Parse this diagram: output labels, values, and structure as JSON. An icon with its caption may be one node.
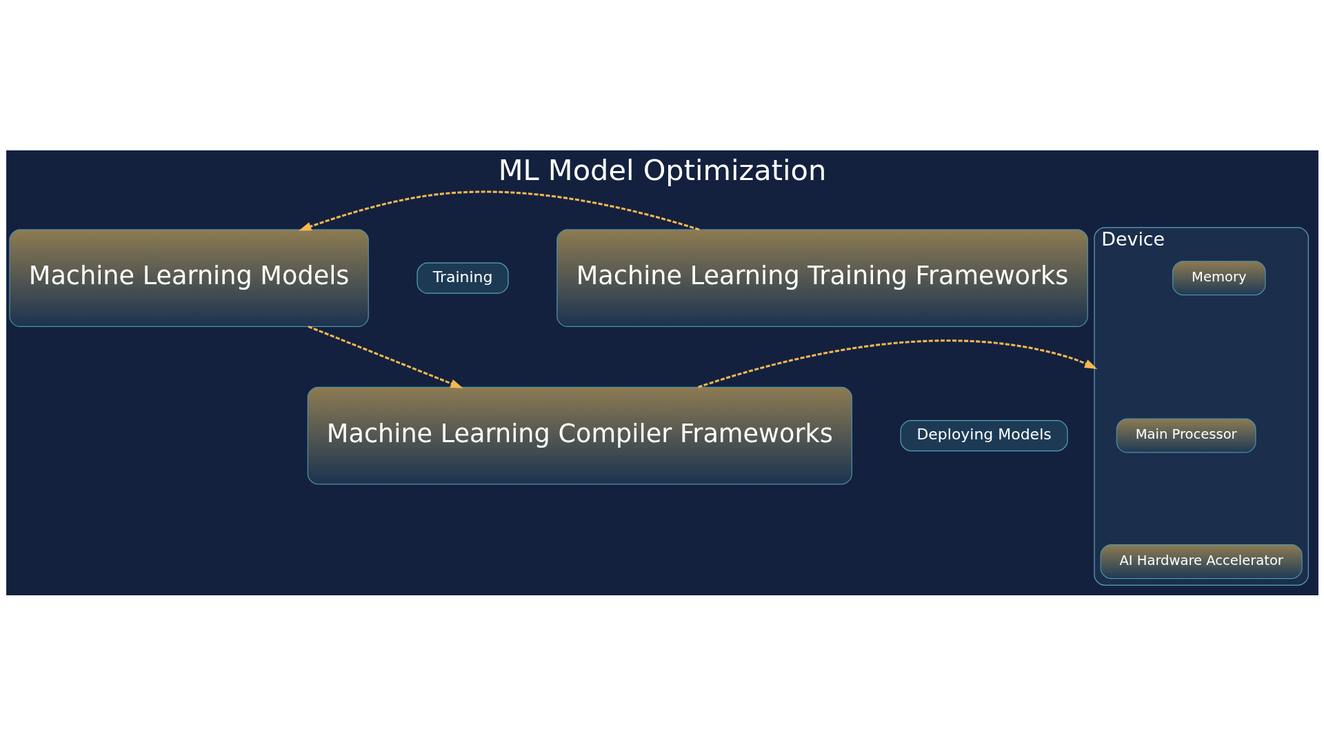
{
  "diagram": {
    "title": "ML Model Optimization",
    "nodes": [
      {
        "text": [
          "Machine Learning Models"
        ]
      },
      {
        "text": [
          "Training"
        ]
      },
      {
        "text": [
          "Machine Learning Training Frameworks"
        ]
      },
      {
        "text": [
          "Device"
        ]
      },
      {
        "text": [
          "Main Processor"
        ],
        "in": 3
      },
      {
        "text": [
          "Memory"
        ],
        "in": 3
      },
      {
        "text": [
          "AI Hardware Accelerator"
        ],
        "in": 3
      },
      {
        "text": [
          "Machine Learning Compiler Frameworks"
        ]
      },
      {
        "text": [
          "Deploying Models"
        ]
      }
    ],
    "edges": [
      {
        "from": 2,
        "to": 0,
        "arrow": "to",
        "style": "dashed",
        "color": "#f5b851"
      },
      {
        "from": 0,
        "to": 7,
        "arrow": "to",
        "style": "dashed",
        "color": "#f5b851"
      },
      {
        "from": 7,
        "to": 3,
        "arrow": "to",
        "style": "dashed",
        "color": "#f5b851"
      }
    ]
  }
}
